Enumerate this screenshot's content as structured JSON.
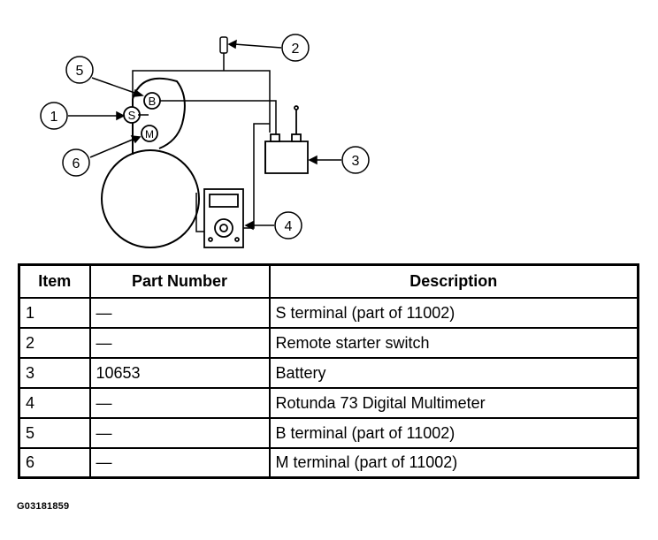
{
  "diagram": {
    "callouts": [
      {
        "number": "1"
      },
      {
        "number": "2"
      },
      {
        "number": "3"
      },
      {
        "number": "4"
      },
      {
        "number": "5"
      },
      {
        "number": "6"
      }
    ],
    "terminal_labels": {
      "b": "B",
      "s": "S",
      "m": "M"
    }
  },
  "table": {
    "headers": {
      "item": "Item",
      "part_number": "Part Number",
      "description": "Description"
    },
    "rows": [
      {
        "item": "1",
        "part_number": "—",
        "description": "S terminal (part of 11002)"
      },
      {
        "item": "2",
        "part_number": "—",
        "description": "Remote starter switch"
      },
      {
        "item": "3",
        "part_number": "10653",
        "description": "Battery"
      },
      {
        "item": "4",
        "part_number": "—",
        "description": "Rotunda 73 Digital Multimeter"
      },
      {
        "item": "5",
        "part_number": "—",
        "description": "B terminal (part of 11002)"
      },
      {
        "item": "6",
        "part_number": "—",
        "description": "M terminal (part of 11002)"
      }
    ]
  },
  "figure_code": "G03181859"
}
